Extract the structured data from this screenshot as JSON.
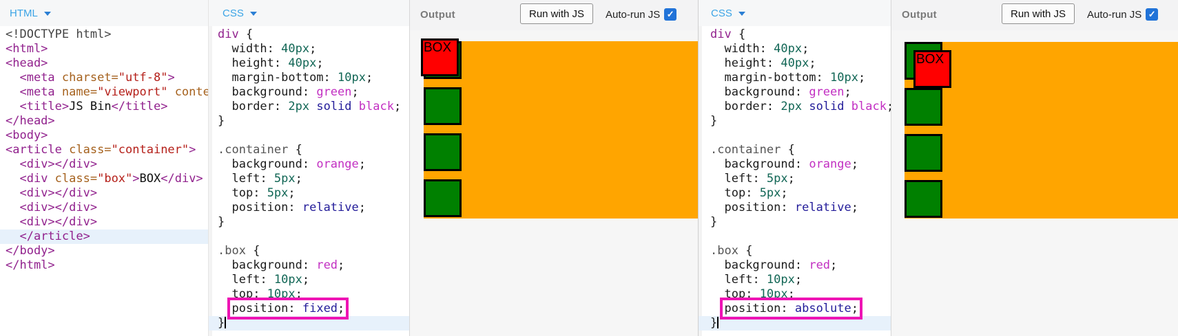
{
  "colors": {
    "container_orange": "#FFA500",
    "div_green": "#008000",
    "box_red": "#FF0000",
    "box_border_black": "#000000",
    "annotation_magenta": "#EE14B4",
    "editor_label_blue": "#3BA4E6",
    "checkbox_blue": "#2173D8",
    "active_line_blue": "#E7F1FB"
  },
  "editors": [
    {
      "label": "HTML",
      "lines": [
        {
          "seg": [
            [
              "meta",
              "<!DOCTYPE html>"
            ]
          ]
        },
        {
          "seg": [
            [
              "tag",
              "<html>"
            ]
          ]
        },
        {
          "seg": [
            [
              "tag",
              "<head>"
            ]
          ]
        },
        {
          "ind": "  ",
          "seg": [
            [
              "tag",
              "<meta "
            ],
            [
              "attr",
              "charset="
            ],
            [
              "str",
              "\"utf-8\""
            ],
            [
              "tag",
              ">"
            ]
          ]
        },
        {
          "ind": "  ",
          "seg": [
            [
              "tag",
              "<meta "
            ],
            [
              "attr",
              "name="
            ],
            [
              "str",
              "\"viewport\""
            ],
            [
              "attr",
              " conte"
            ]
          ]
        },
        {
          "ind": "  ",
          "seg": [
            [
              "tag",
              "<title>"
            ],
            [
              "text",
              "JS Bin"
            ],
            [
              "tag",
              "</title>"
            ]
          ]
        },
        {
          "seg": [
            [
              "tag",
              "</head>"
            ]
          ]
        },
        {
          "seg": [
            [
              "tag",
              "<body>"
            ]
          ]
        },
        {
          "seg": [
            [
              "tag",
              "<article "
            ],
            [
              "attr",
              "class="
            ],
            [
              "str",
              "\"container\""
            ],
            [
              "tag",
              ">"
            ]
          ]
        },
        {
          "ind": "  ",
          "seg": [
            [
              "tag",
              "<div></div>"
            ]
          ]
        },
        {
          "ind": "  ",
          "seg": [
            [
              "tag",
              "<div "
            ],
            [
              "attr",
              "class="
            ],
            [
              "str",
              "\"box\""
            ],
            [
              "tag",
              ">"
            ],
            [
              "text",
              "BOX"
            ],
            [
              "tag",
              "</div>"
            ]
          ]
        },
        {
          "ind": "  ",
          "seg": [
            [
              "tag",
              "<div></div>"
            ]
          ]
        },
        {
          "ind": "  ",
          "seg": [
            [
              "tag",
              "<div></div>"
            ]
          ]
        },
        {
          "ind": "  ",
          "seg": [
            [
              "tag",
              "<div></div>"
            ]
          ]
        },
        {
          "ind": "  ",
          "seg": [
            [
              "tag",
              "</article>"
            ]
          ],
          "active": true
        },
        {
          "seg": [
            [
              "tag",
              "</body>"
            ]
          ]
        },
        {
          "seg": [
            [
              "tag",
              "</html>"
            ]
          ]
        }
      ]
    },
    {
      "label": "CSS",
      "lines": [
        {
          "seg": [
            [
              "sel",
              "div"
            ],
            [
              "plain",
              " {"
            ]
          ]
        },
        {
          "ind": "  ",
          "seg": [
            [
              "prop",
              "width"
            ],
            [
              "plain",
              ": "
            ],
            [
              "num",
              "40px"
            ],
            [
              "plain",
              ";"
            ]
          ]
        },
        {
          "ind": "  ",
          "seg": [
            [
              "prop",
              "height"
            ],
            [
              "plain",
              ": "
            ],
            [
              "num",
              "40px"
            ],
            [
              "plain",
              ";"
            ]
          ]
        },
        {
          "ind": "  ",
          "seg": [
            [
              "prop",
              "margin-bottom"
            ],
            [
              "plain",
              ": "
            ],
            [
              "num",
              "10px"
            ],
            [
              "plain",
              ";"
            ]
          ]
        },
        {
          "ind": "  ",
          "seg": [
            [
              "prop",
              "background"
            ],
            [
              "plain",
              ": "
            ],
            [
              "kw",
              "green"
            ],
            [
              "plain",
              ";"
            ]
          ]
        },
        {
          "ind": "  ",
          "seg": [
            [
              "prop",
              "border"
            ],
            [
              "plain",
              ": "
            ],
            [
              "num",
              "2px"
            ],
            [
              "plain",
              " "
            ],
            [
              "atom",
              "solid"
            ],
            [
              "plain",
              " "
            ],
            [
              "kw",
              "black"
            ],
            [
              "plain",
              ";"
            ]
          ]
        },
        {
          "seg": [
            [
              "plain",
              "}"
            ]
          ]
        },
        {
          "seg": []
        },
        {
          "seg": [
            [
              "qual",
              ".container"
            ],
            [
              "plain",
              " {"
            ]
          ]
        },
        {
          "ind": "  ",
          "seg": [
            [
              "prop",
              "background"
            ],
            [
              "plain",
              ": "
            ],
            [
              "kw",
              "orange"
            ],
            [
              "plain",
              ";"
            ]
          ]
        },
        {
          "ind": "  ",
          "seg": [
            [
              "prop",
              "left"
            ],
            [
              "plain",
              ": "
            ],
            [
              "num",
              "5px"
            ],
            [
              "plain",
              ";"
            ]
          ]
        },
        {
          "ind": "  ",
          "seg": [
            [
              "prop",
              "top"
            ],
            [
              "plain",
              ": "
            ],
            [
              "num",
              "5px"
            ],
            [
              "plain",
              ";"
            ]
          ]
        },
        {
          "ind": "  ",
          "seg": [
            [
              "prop",
              "position"
            ],
            [
              "plain",
              ": "
            ],
            [
              "atom",
              "relative"
            ],
            [
              "plain",
              ";"
            ]
          ]
        },
        {
          "seg": [
            [
              "plain",
              "}"
            ]
          ]
        },
        {
          "seg": []
        },
        {
          "seg": [
            [
              "qual",
              ".box"
            ],
            [
              "plain",
              " {"
            ]
          ]
        },
        {
          "ind": "  ",
          "seg": [
            [
              "prop",
              "background"
            ],
            [
              "plain",
              ": "
            ],
            [
              "kw",
              "red"
            ],
            [
              "plain",
              ";"
            ]
          ]
        },
        {
          "ind": "  ",
          "seg": [
            [
              "prop",
              "left"
            ],
            [
              "plain",
              ": "
            ],
            [
              "num",
              "10px"
            ],
            [
              "plain",
              ";"
            ]
          ]
        },
        {
          "ind": "  ",
          "seg": [
            [
              "prop",
              "top"
            ],
            [
              "plain",
              ": "
            ],
            [
              "num",
              "10px"
            ],
            [
              "plain",
              ";"
            ]
          ]
        },
        {
          "ind": "  ",
          "seg": [
            [
              "prop",
              "position"
            ],
            [
              "plain",
              ": "
            ],
            [
              "atom",
              "fixed"
            ],
            [
              "plain",
              ";"
            ]
          ],
          "box": true
        },
        {
          "seg": [
            [
              "plain",
              "}"
            ]
          ],
          "active": true,
          "cursor": true
        }
      ]
    },
    {
      "label": "CSS",
      "lines": [
        {
          "seg": [
            [
              "sel",
              "div"
            ],
            [
              "plain",
              " {"
            ]
          ]
        },
        {
          "ind": "  ",
          "seg": [
            [
              "prop",
              "width"
            ],
            [
              "plain",
              ": "
            ],
            [
              "num",
              "40px"
            ],
            [
              "plain",
              ";"
            ]
          ]
        },
        {
          "ind": "  ",
          "seg": [
            [
              "prop",
              "height"
            ],
            [
              "plain",
              ": "
            ],
            [
              "num",
              "40px"
            ],
            [
              "plain",
              ";"
            ]
          ]
        },
        {
          "ind": "  ",
          "seg": [
            [
              "prop",
              "margin-bottom"
            ],
            [
              "plain",
              ": "
            ],
            [
              "num",
              "10px"
            ],
            [
              "plain",
              ";"
            ]
          ]
        },
        {
          "ind": "  ",
          "seg": [
            [
              "prop",
              "background"
            ],
            [
              "plain",
              ": "
            ],
            [
              "kw",
              "green"
            ],
            [
              "plain",
              ";"
            ]
          ]
        },
        {
          "ind": "  ",
          "seg": [
            [
              "prop",
              "border"
            ],
            [
              "plain",
              ": "
            ],
            [
              "num",
              "2px"
            ],
            [
              "plain",
              " "
            ],
            [
              "atom",
              "solid"
            ],
            [
              "plain",
              " "
            ],
            [
              "kw",
              "black"
            ],
            [
              "plain",
              ";"
            ]
          ]
        },
        {
          "seg": [
            [
              "plain",
              "}"
            ]
          ]
        },
        {
          "seg": []
        },
        {
          "seg": [
            [
              "qual",
              ".container"
            ],
            [
              "plain",
              " {"
            ]
          ]
        },
        {
          "ind": "  ",
          "seg": [
            [
              "prop",
              "background"
            ],
            [
              "plain",
              ": "
            ],
            [
              "kw",
              "orange"
            ],
            [
              "plain",
              ";"
            ]
          ]
        },
        {
          "ind": "  ",
          "seg": [
            [
              "prop",
              "left"
            ],
            [
              "plain",
              ": "
            ],
            [
              "num",
              "5px"
            ],
            [
              "plain",
              ";"
            ]
          ]
        },
        {
          "ind": "  ",
          "seg": [
            [
              "prop",
              "top"
            ],
            [
              "plain",
              ": "
            ],
            [
              "num",
              "5px"
            ],
            [
              "plain",
              ";"
            ]
          ]
        },
        {
          "ind": "  ",
          "seg": [
            [
              "prop",
              "position"
            ],
            [
              "plain",
              ": "
            ],
            [
              "atom",
              "relative"
            ],
            [
              "plain",
              ";"
            ]
          ]
        },
        {
          "seg": [
            [
              "plain",
              "}"
            ]
          ]
        },
        {
          "seg": []
        },
        {
          "seg": [
            [
              "qual",
              ".box"
            ],
            [
              "plain",
              " {"
            ]
          ]
        },
        {
          "ind": "  ",
          "seg": [
            [
              "prop",
              "background"
            ],
            [
              "plain",
              ": "
            ],
            [
              "kw",
              "red"
            ],
            [
              "plain",
              ";"
            ]
          ]
        },
        {
          "ind": "  ",
          "seg": [
            [
              "prop",
              "left"
            ],
            [
              "plain",
              ": "
            ],
            [
              "num",
              "10px"
            ],
            [
              "plain",
              ";"
            ]
          ]
        },
        {
          "ind": "  ",
          "seg": [
            [
              "prop",
              "top"
            ],
            [
              "plain",
              ": "
            ],
            [
              "num",
              "10px"
            ],
            [
              "plain",
              ";"
            ]
          ]
        },
        {
          "ind": "  ",
          "seg": [
            [
              "prop",
              "position"
            ],
            [
              "plain",
              ": "
            ],
            [
              "atom",
              "absolute"
            ],
            [
              "plain",
              ";"
            ]
          ],
          "box": true
        },
        {
          "seg": [
            [
              "plain",
              "}"
            ]
          ],
          "active": true,
          "cursor": true
        }
      ]
    }
  ],
  "outputs": [
    {
      "label": "Output",
      "run_label": "Run with JS",
      "autorun_label": "Auto-run JS",
      "autorun_checked": true,
      "check_glyph": "✓",
      "box_text": "BOX",
      "position_variant": "fixed"
    },
    {
      "label": "Output",
      "run_label": "Run with JS",
      "autorun_label": "Auto-run JS",
      "autorun_checked": true,
      "check_glyph": "✓",
      "box_text": "BOX",
      "position_variant": "absolute"
    }
  ]
}
